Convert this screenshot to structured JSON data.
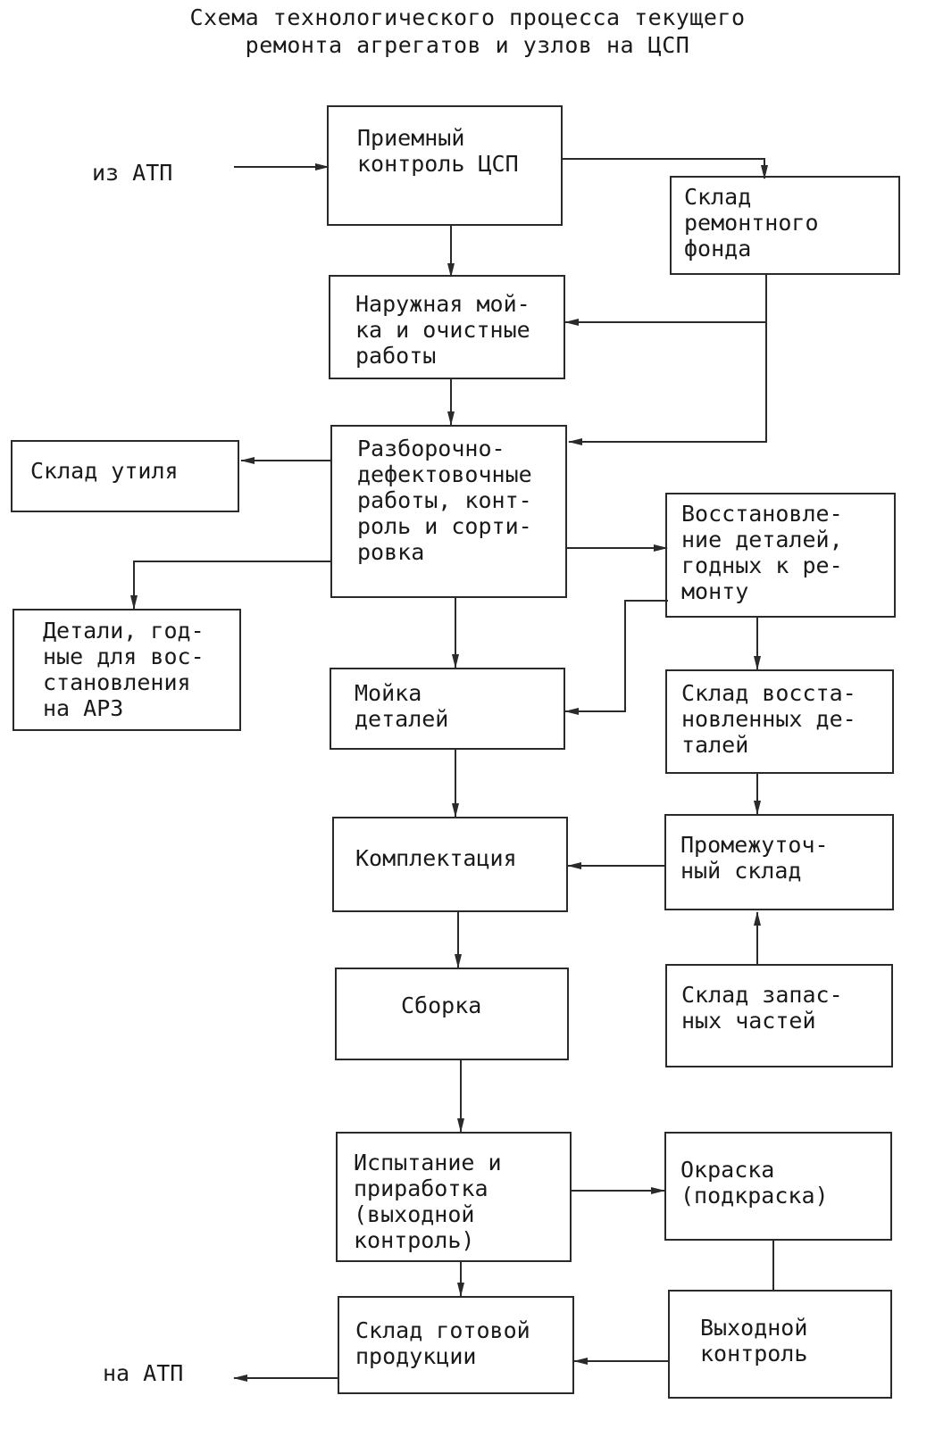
{
  "title": {
    "line1": "Схема технологического процесса текущего",
    "line2": "ремонта агрегатов и узлов на ЦСП"
  },
  "external": {
    "input": "из АТП",
    "output": "на АТП"
  },
  "blocks": {
    "priemny": [
      "Приемный",
      "контроль ЦСП"
    ],
    "sklad_remfond": [
      "Склад",
      "ремонтного",
      "фонда"
    ],
    "moyka_naruzh": [
      "Наружная мой-",
      "ка и очистные",
      "работы"
    ],
    "sklad_utilya": [
      "Склад утиля"
    ],
    "razborochno": [
      "Разборочно-",
      "дефектовочные",
      "работы, конт-",
      "роль и сорти-",
      "ровка"
    ],
    "vosstanovlenie": [
      "Восстановле-",
      "ние деталей,",
      "годных к ре-",
      "монту"
    ],
    "detali_arz": [
      "Детали, год-",
      "ные для вос-",
      "становления",
      "на АРЗ"
    ],
    "moyka_detaley": [
      "Мойка",
      "деталей"
    ],
    "sklad_vosst": [
      "Склад восста-",
      "новленных де-",
      "талей"
    ],
    "komplektaciya": [
      "Комплектация"
    ],
    "promezh": [
      "Промежуточ-",
      "ный склад"
    ],
    "sborka": [
      "Сборка"
    ],
    "sklad_zapchast": [
      "Склад запас-",
      "ных частей"
    ],
    "ispytanie": [
      "Испытание и",
      "приработка",
      "(выходной",
      "контроль)"
    ],
    "okraska": [
      "Окраска",
      "(подкраска)"
    ],
    "sklad_gotov": [
      "Склад готовой",
      "продукции"
    ],
    "vyhodnoy": [
      "Выходной",
      "контроль"
    ]
  }
}
